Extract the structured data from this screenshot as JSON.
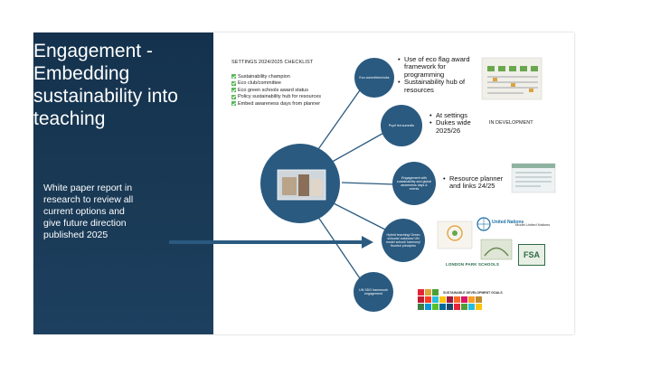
{
  "slide": {
    "title": "Engagement - Embedding sustainability into teaching",
    "white_paper": "White paper report in research to review all current options and give future direction published 2025"
  },
  "checklist": {
    "heading": "SETTINGS 2024/2025 CHECKLIST",
    "items": [
      "Sustainability champion",
      "Eco club/committee",
      "Eco green schools award  status",
      "Policy sustainability hub for resources",
      "Embed awareness days from planner"
    ]
  },
  "nodes": [
    {
      "label": "Eco committee/clubs"
    },
    {
      "label": "Pupil led summits"
    },
    {
      "label": "Engagement with sustainability and global awareness days & events"
    },
    {
      "label": "Hybrid teaching/ Green schools/ outdoors/ UN model school/ harmony/ flourish principles"
    },
    {
      "label": "UN SDG framework engagement"
    }
  ],
  "bullets": {
    "eco": [
      "Use of eco flag award framework for programming",
      "Sustainability hub of resources"
    ],
    "summits": [
      "At settings",
      "Dukes wide 2025/26"
    ],
    "planner": [
      "Resource planner and links 24/25"
    ]
  },
  "status": {
    "in_development": "IN DEVELOPMENT"
  },
  "logos": {
    "un": "United Nations",
    "un_sub": "Model United Nations",
    "london_park": "LONDON PARK SCHOOLS",
    "fsa": "FSA",
    "sdg": "SUSTAINABLE DEVELOPMENT GOALS"
  },
  "colors": {
    "panel": "#1a3a56",
    "node": "#2a5a80",
    "arrow": "#2a5a80",
    "check": "#5cb85c"
  }
}
